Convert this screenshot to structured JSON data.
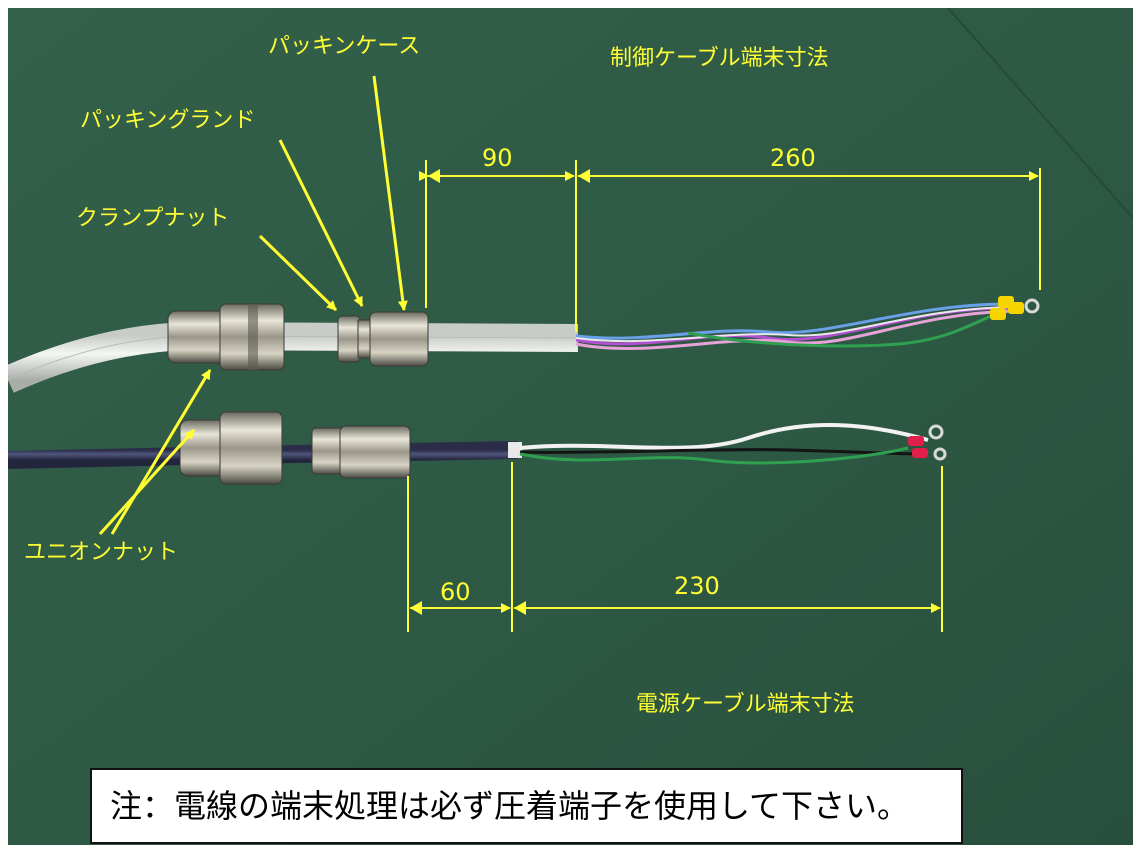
{
  "labels": {
    "packing_case": "パッキンケース",
    "packing_gland": "パッキングランド",
    "clamp_nut": "クランプナット",
    "union_nut": "ユニオンナット",
    "control_cable_title": "制御ケーブル端末寸法",
    "power_cable_title": "電源ケーブル端末寸法"
  },
  "dimensions": {
    "control_sheath": "90",
    "control_wire": "260",
    "power_sheath": "60",
    "power_wire": "230"
  },
  "note": "注：電線の端末処理は必ず圧着端子を使用して下さい。",
  "colors": {
    "background": "#2f5a46",
    "annotation": "#ffff33",
    "control_cable": "#e9ece9",
    "power_cable": "#3c3f63"
  }
}
